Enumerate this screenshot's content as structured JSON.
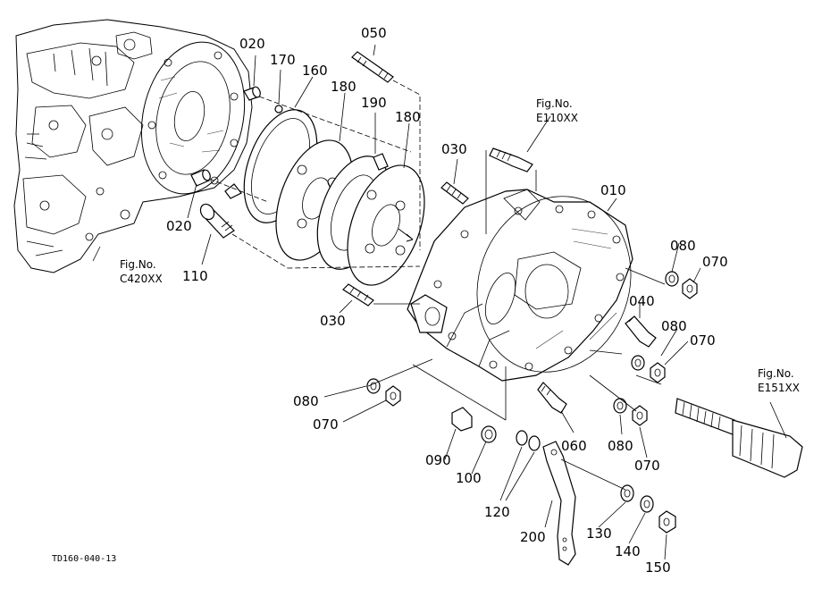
{
  "diagram": {
    "drawing_code": "TD160-040-13",
    "part_numbers": {
      "p010": "010",
      "p020a": "020",
      "p020b": "020",
      "p030a": "030",
      "p030b": "030",
      "p040": "040",
      "p050": "050",
      "p060": "060",
      "p070a": "070",
      "p070b": "070",
      "p070c": "070",
      "p070d": "070",
      "p080a": "080",
      "p080b": "080",
      "p080c": "080",
      "p080d": "080",
      "p090": "090",
      "p100": "100",
      "p110": "110",
      "p120": "120",
      "p130": "130",
      "p140": "140",
      "p150": "150",
      "p160": "160",
      "p170": "170",
      "p180a": "180",
      "p180b": "180",
      "p190": "190",
      "p200": "200"
    },
    "figure_refs": {
      "e110_title": "Fig.No.",
      "e110_code": "E110XX",
      "c420_title": "Fig.No.",
      "c420_code": "C420XX",
      "e151_title": "Fig.No.",
      "e151_code": "E151XX"
    }
  }
}
